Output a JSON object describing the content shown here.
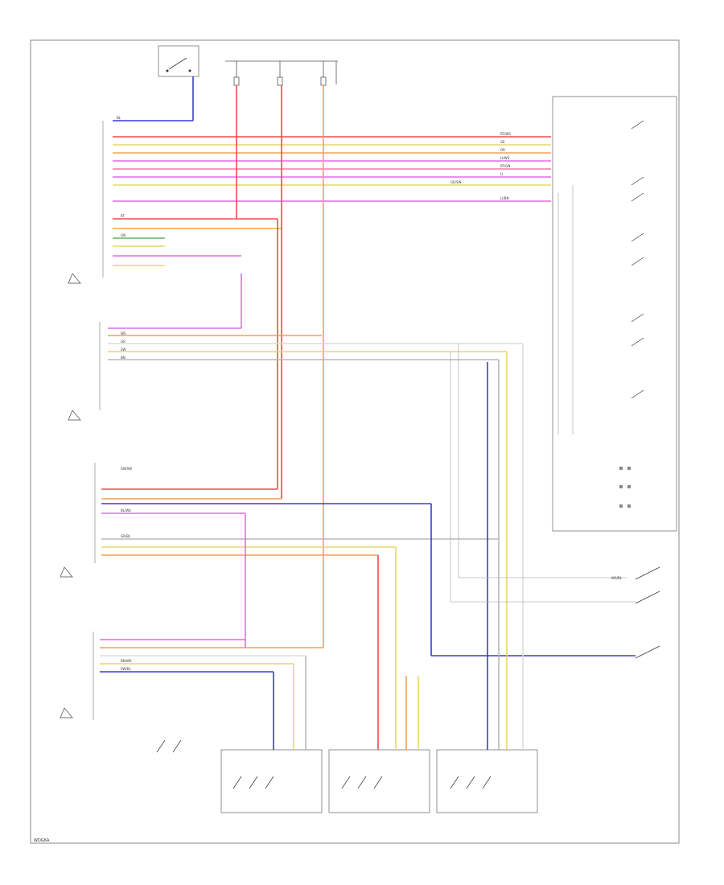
{
  "diagram": {
    "footer_id": "WDG6A",
    "colors": {
      "blue": "#3b3bdc",
      "red": "#f04a4a",
      "orange": "#f3a24e",
      "violet": "#e26ae6",
      "yellow": "#e9d66b",
      "green": "#64b464",
      "pink": "#f07aa8",
      "gray": "#b8b8b8",
      "white": "#dcdcdc",
      "black": "#222222",
      "brown": "#b07a3a"
    },
    "wire_labels": {
      "bn": "BN",
      "bn_ws": "BN/WS",
      "rt": "RT",
      "rt_ws": "RT/WS",
      "rt_gn": "RT/GN",
      "ws": "WS",
      "ws_bl": "WS/BL",
      "gr": "GR",
      "gr_bl": "GR/BL",
      "li": "LI",
      "li_ws": "LI/WS",
      "li_bn": "LI/BN",
      "sw": "SW",
      "sw_bl": "SW/BL",
      "ge": "GE",
      "ge_sw": "GE/SW",
      "gn": "GN",
      "gn_sw": "GN/SW",
      "bl": "BL",
      "bl_ws": "BL/WS",
      "or": "OR"
    }
  }
}
